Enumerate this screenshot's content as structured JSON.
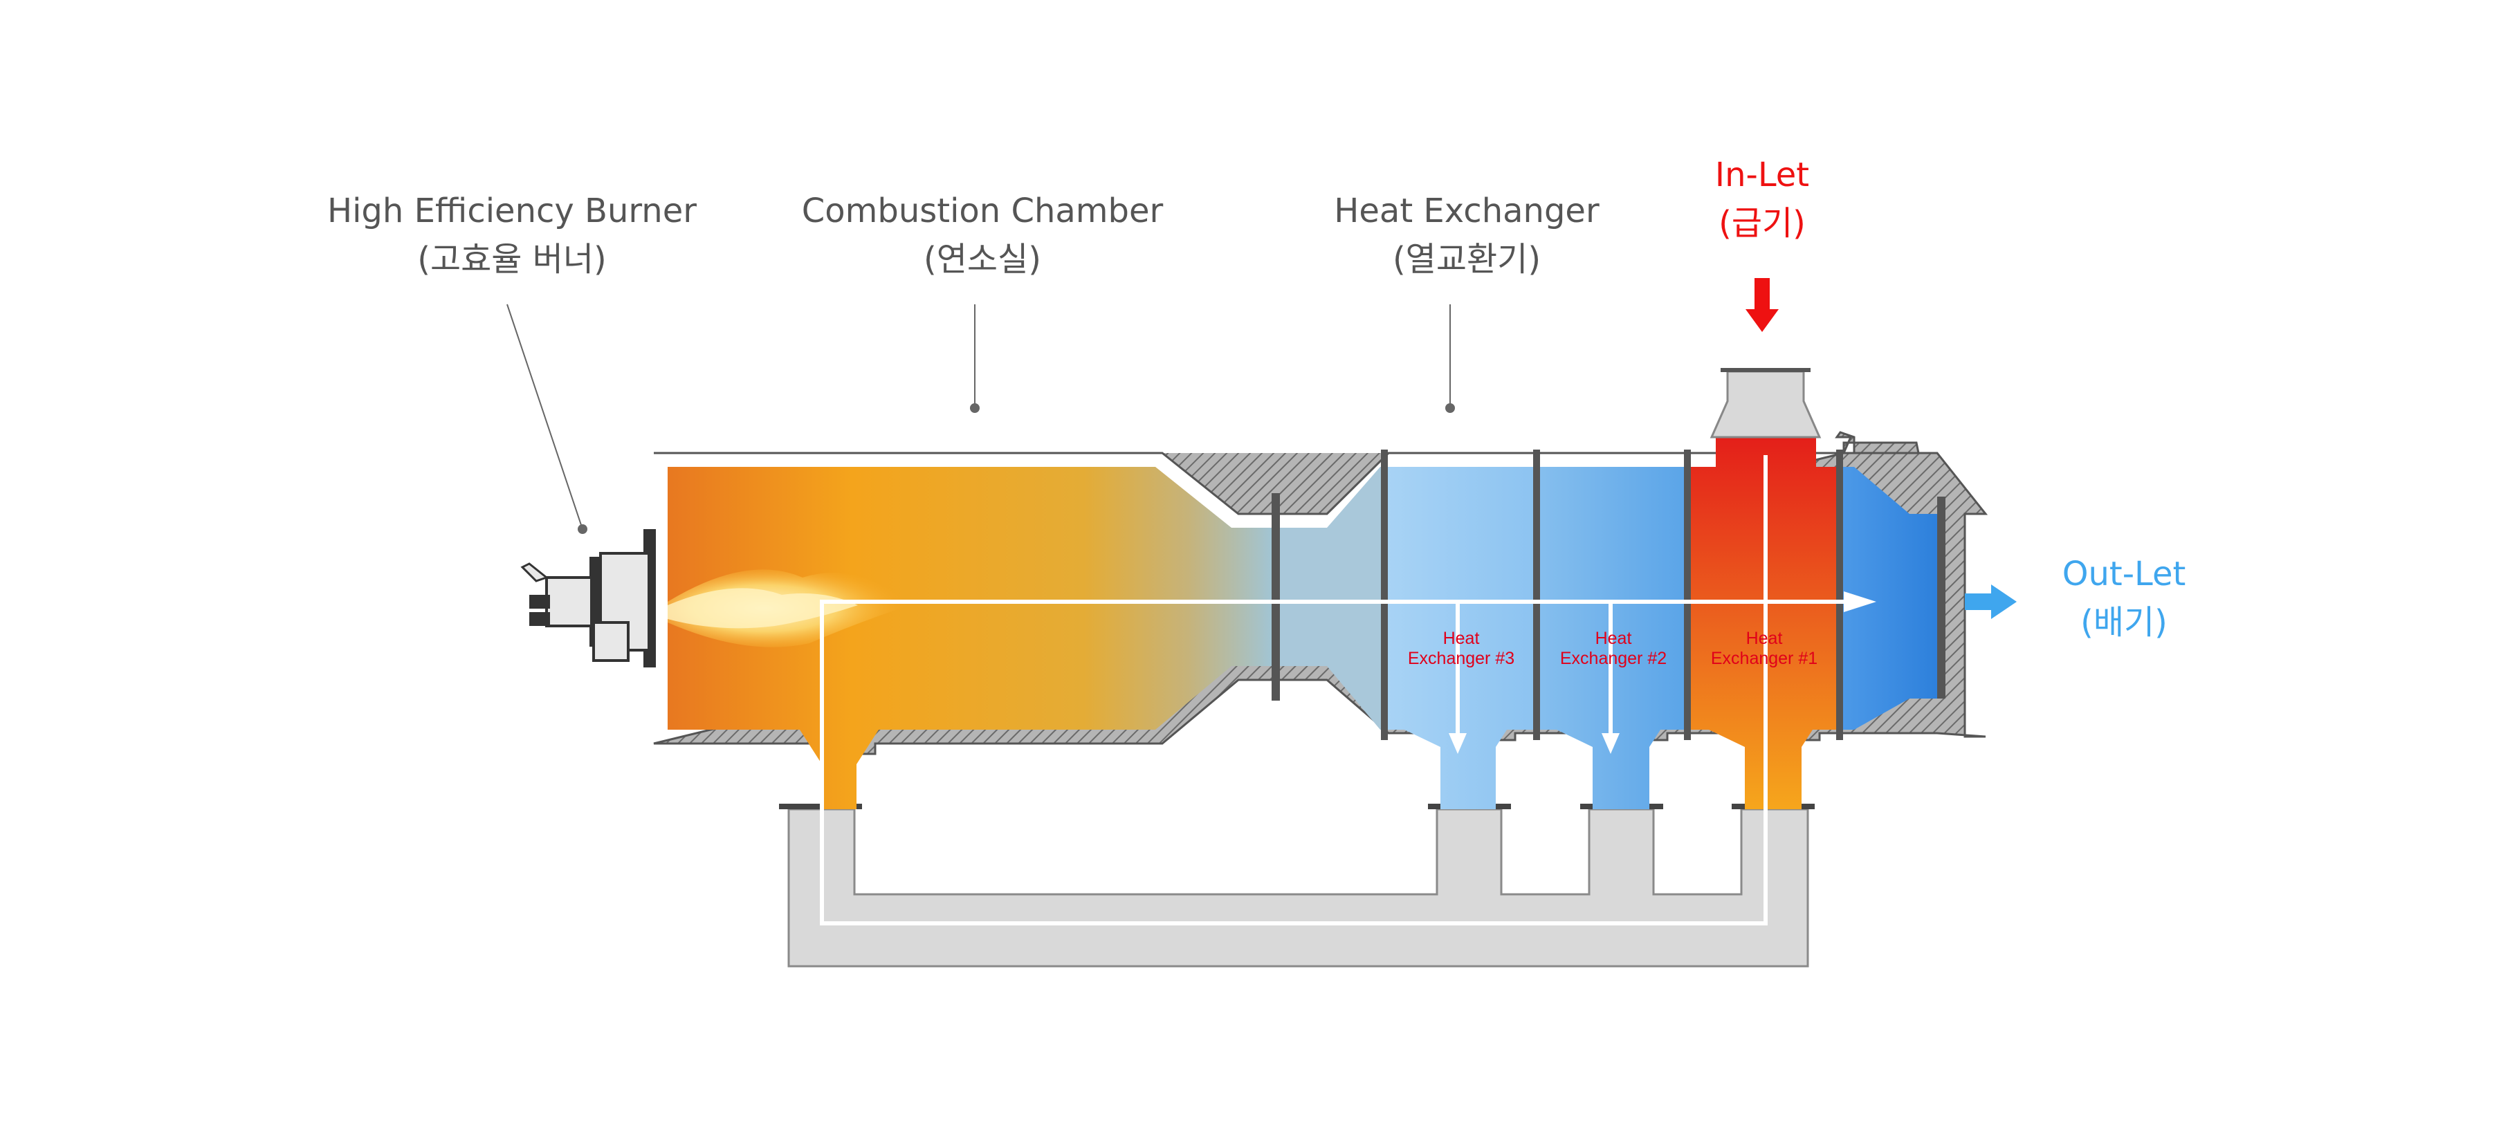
{
  "labels": {
    "burner": {
      "en": "High Efficiency Burner",
      "ko": "(고효율 버너)"
    },
    "chamber": {
      "en": "Combustion Chamber",
      "ko": "(연소실)"
    },
    "exchanger": {
      "en": "Heat Exchanger",
      "ko": "(열교환기)"
    },
    "inlet": {
      "en": "In-Let",
      "ko": "(급기)"
    },
    "outlet": {
      "en": "Out-Let",
      "ko": "(배기)"
    }
  },
  "stages": [
    {
      "line1": "Heat",
      "line2": "Exchanger #3"
    },
    {
      "line1": "Heat",
      "line2": "Exchanger #2"
    },
    {
      "line1": "Heat",
      "line2": "Exchanger #1"
    }
  ],
  "colors": {
    "inlet_arrow": "#ee1111",
    "outlet_arrow": "#3fa6ee",
    "hx_label": "#e0001a",
    "shell": "#999999",
    "duct": "#d9d9d9",
    "flow_line": "#ffffff",
    "leader_line": "#666666"
  }
}
